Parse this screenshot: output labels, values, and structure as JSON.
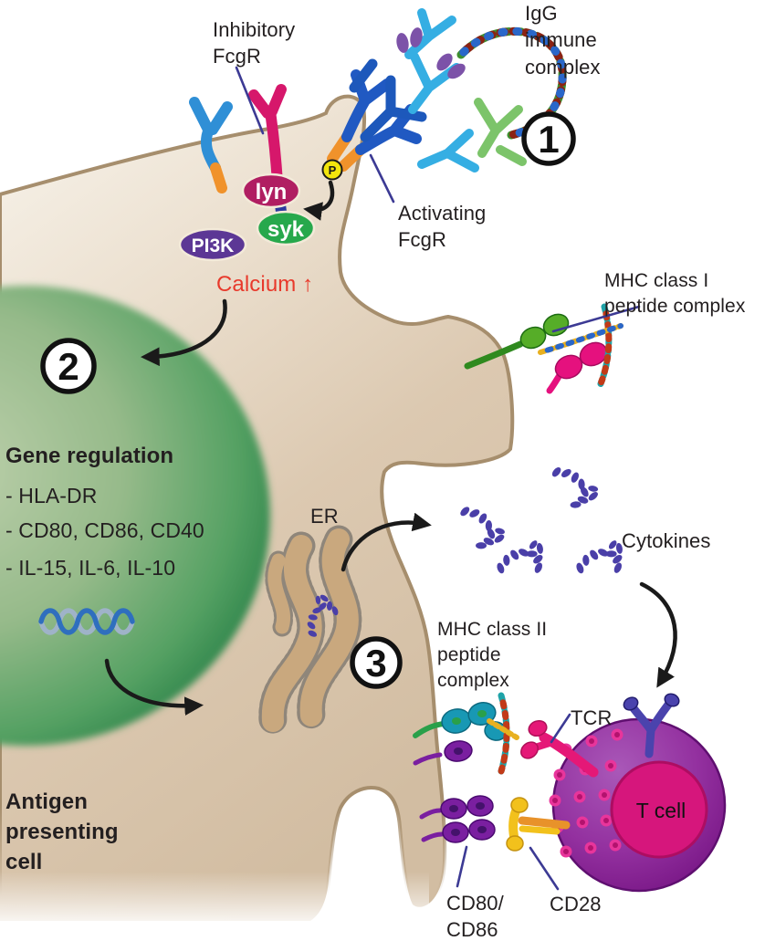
{
  "figure": {
    "labels": {
      "inhibitory_fcgr": "Inhibitory\nFcgR",
      "igg_immune_complex": "IgG\nimmune\ncomplex",
      "activating_fcgr": "Activating\nFcgR",
      "mhc_class_i": "MHC class I\npeptide complex",
      "calcium": "Calcium ↑",
      "er": "ER",
      "cytokines": "Cytokines",
      "mhc_class_ii": "MHC class II\npeptide\ncomplex",
      "tcr": "TCR",
      "t_cell": "T cell",
      "antigen_presenting_cell": "Antigen\npresenting\ncell",
      "cd80_cd86": "CD80/\nCD86",
      "cd28": "CD28"
    },
    "proteins": {
      "lyn": "lyn",
      "syk": "syk",
      "pi3k": "PI3K",
      "phospho": "P"
    },
    "gene_regulation": {
      "title": "Gene regulation",
      "items": [
        "- HLA-DR",
        "- CD80, CD86, CD40",
        "- IL-15, IL-6, IL-10"
      ]
    },
    "steps": [
      {
        "number": "1"
      },
      {
        "number": "2"
      },
      {
        "number": "3"
      }
    ],
    "colors": {
      "cell_tan": "#d2bda2",
      "membrane": "#a68e6d",
      "nucleus_green": "#1e7a40",
      "lyn_crimson": "#b01e62",
      "syk_green": "#27a84c",
      "pi3k_purple": "#5c3795",
      "phospho_yellow": "#f2e50c",
      "calcium_red": "#e8392b",
      "cytokine_blue": "#4a3fa8",
      "er_tube": "#c9a87e",
      "t_cell_purple": "#93309f",
      "t_cell_nucleus": "#d6167c",
      "tcr_pink": "#e51877",
      "cd28_yellow": "#f2c11c",
      "cd80_purple": "#7a1fa0",
      "mhc1_green": "#56ad28",
      "mhc1_magenta": "#e5117e",
      "mhc2_teal": "#1898b4",
      "inhibitory_magenta": "#d6176b",
      "activating_blue": "#2059c2",
      "receptor_lightblue": "#2f8fd6",
      "orange_segment": "#f0922b",
      "igg_lightblue": "#35aee3",
      "igg_purple": "#7c52a8",
      "igg_green": "#7cc46a",
      "pointer_line": "#3c3a94",
      "arrow_black": "#1a1a1a"
    }
  }
}
